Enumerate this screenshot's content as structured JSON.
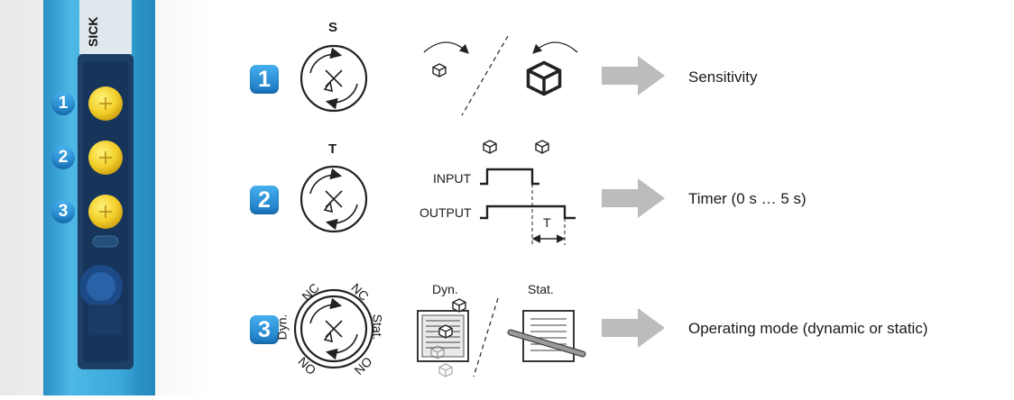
{
  "colors": {
    "sensor_blue": "#3aa7d8",
    "knob_yellow": "#f2cf2a",
    "badge_blue": "#1f86d2",
    "arrow_gray": "#b9b9b9"
  },
  "device": {
    "brand": "SICK",
    "badges": [
      "1",
      "2",
      "3"
    ]
  },
  "rows": [
    {
      "number": "1",
      "dial_letter": "S",
      "result": "Sensitivity"
    },
    {
      "number": "2",
      "dial_letter": "T",
      "input_label": "INPUT",
      "output_label": "OUTPUT",
      "delay_label": "T",
      "result": "Timer (0 s … 5 s)"
    },
    {
      "number": "3",
      "dial_labels": {
        "top_left": "NC",
        "left": "Dyn.",
        "bottom_left": "NO",
        "top_right": "NC",
        "right": "Stat.",
        "bottom_right": "NO"
      },
      "dyn_label": "Dyn.",
      "stat_label": "Stat.",
      "result": "Operating mode (dynamic or static)"
    }
  ]
}
